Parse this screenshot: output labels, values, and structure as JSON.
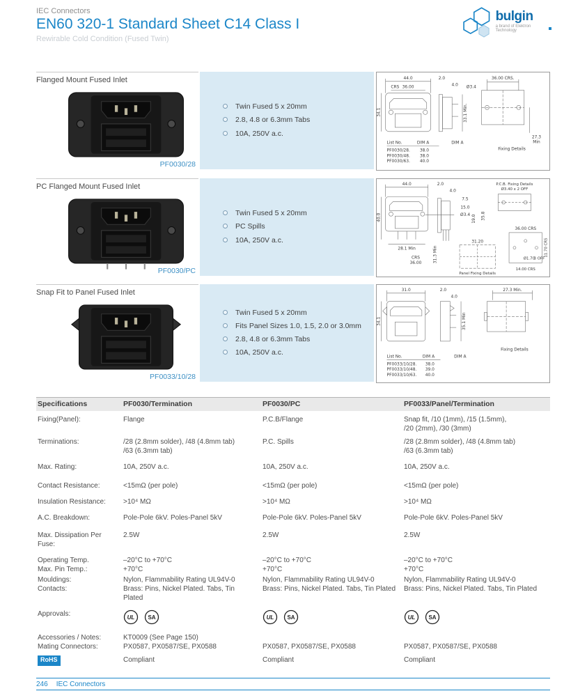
{
  "page": {
    "eyebrow": "IEC Connectors",
    "title": "EN60 320-1 Standard Sheet C14 Class I",
    "subtitle": "Rewirable Cold Condition (Fused Twin)",
    "footer_page": "246",
    "footer_text": "IEC Connectors"
  },
  "logo": {
    "name": "bulgin",
    "tagline": "a brand of Elektron Technology"
  },
  "colors": {
    "accent": "#1b86c8",
    "feature_box": "#d9eaf4",
    "rohs": "#1b86c8"
  },
  "sections": [
    {
      "title": "Flanged Mount Fused Inlet",
      "part_number": "PF0030/28",
      "features": [
        "Twin Fused 5 x 20mm",
        "2.8, 4.8 or 6.3mm Tabs",
        "10A, 250V a.c."
      ],
      "drawing": {
        "w_top": "44.0",
        "crs_val": "36.00",
        "crs_word": "CRS",
        "panel_t": "2.0",
        "pin_d": "4.0",
        "hole_d": "Ø3.4",
        "h_left": "34.1",
        "depth_min": "33.1 Min.",
        "fix_crs": "36.00 CRS.",
        "fix_min1": "27.3",
        "fix_min2": "Min",
        "dim_a": "DIM A",
        "caption": "Fixing Details",
        "list": {
          "h1": "List No.",
          "h2": "DIM A",
          "r1a": "PF0030/28.",
          "r1b": "38.0",
          "r2a": "PF0030/48.",
          "r2b": "38.0",
          "r3a": "PF0030/63.",
          "r3b": "40.0"
        }
      }
    },
    {
      "title": "PC Flanged Mount Fused Inlet",
      "part_number": "PF0030/PC",
      "features": [
        "Twin Fused 5 x 20mm",
        "PC Spills",
        "10A, 250V a.c."
      ],
      "drawing": {
        "w_top": "44.0",
        "panel_t": "2.0",
        "pin_d": "4.0",
        "pcb_title": "P.C.B. Fixing Details",
        "pcb_holes": "Ø3.40 x 2 OFF",
        "h_left": "40.0",
        "d75": "7.5",
        "d15": "15.0",
        "d19": "19.0",
        "d358": "35.8",
        "min_w": "28.1 Min",
        "hole_d": "Ø3.4",
        "min_h": "31.3 Min",
        "crs_word": "CRS",
        "crs_val": "36.00",
        "panel_w": "31.20",
        "panel_caption": "Panel Fixing Details",
        "fix_crs": "36.00 CRS",
        "fix_v": "11.70 CRS",
        "fix_hole1": "Ø1.70",
        "fix_hole2": "3 OFF",
        "fix_w": "14.00 CRS"
      }
    },
    {
      "title": "Snap Fit to Panel Fused Inlet",
      "part_number": "PF0033/10/28",
      "features": [
        "Twin Fused 5 x 20mm",
        "Fits Panel Sizes 1.0, 1.5, 2.0 or 3.0mm",
        "2.8, 4.8 or 6.3mm Tabs",
        "10A, 250V a.c."
      ],
      "drawing": {
        "w_top": "31.0",
        "panel_t": "2.0",
        "pin_d": "4.0",
        "min_right": "27.3 Min.",
        "h_left": "34.1",
        "depth_min": "35.1 Min",
        "dim_a": "DIM A",
        "caption": "Fixing Details",
        "list": {
          "h1": "List No.",
          "h2": "DIM A",
          "r1a": "PF0033/10/28.",
          "r1b": "38.0",
          "r2a": "PF0033/10/48.",
          "r2b": "39.0",
          "r3a": "PF0033/10/63.",
          "r3b": "40.0"
        }
      }
    }
  ],
  "specs": {
    "headers": [
      "Specifications",
      "PF0030/Termination",
      "PF0030/PC",
      "PF0033/Panel/Termination"
    ],
    "rows": [
      {
        "label": "Fixing(Panel):",
        "cells": [
          "Flange",
          "P.C.B/Flange",
          "Snap fit, /10 (1mm), /15 (1.5mm),\n/20 (2mm), /30 (3mm)"
        ]
      },
      {
        "label": "Terminations:",
        "cells": [
          "/28 (2.8mm solder), /48 (4.8mm tab)\n/63 (6.3mm tab)",
          "P.C. Spills",
          "/28 (2.8mm solder), /48 (4.8mm tab)\n/63 (6.3mm tab)"
        ]
      },
      {
        "label": "Max. Rating:",
        "cells": [
          "10A, 250V a.c.",
          "10A, 250V a.c.",
          "10A, 250V a.c."
        ]
      },
      {
        "label": "Contact Resistance:",
        "cells": [
          "<15mΩ (per pole)",
          "<15mΩ (per pole)",
          "<15mΩ (per pole)"
        ]
      },
      {
        "label": "Insulation Resistance:",
        "cells": [
          ">10⁴ MΩ",
          ">10⁴ MΩ",
          ">10⁴ MΩ"
        ]
      },
      {
        "label": "A.C. Breakdown:",
        "cells": [
          "Pole-Pole 6kV. Poles-Panel 5kV",
          "Pole-Pole 6kV. Poles-Panel 5kV",
          "Pole-Pole 6kV. Poles-Panel 5kV"
        ]
      },
      {
        "label": "Max. Dissipation Per\nFuse:",
        "cells": [
          "2.5W",
          "2.5W",
          "2.5W"
        ]
      },
      {
        "label": "Operating Temp.\nMax. Pin Temp.:",
        "cells": [
          "–20°C to +70°C\n+70°C",
          "–20°C to +70°C\n+70°C",
          "–20°C to +70°C\n+70°C"
        ]
      },
      {
        "label": "Mouldings:\nContacts:",
        "cells": [
          "Nylon, Flammability Rating UL94V-0\nBrass: Pins, Nickel Plated. Tabs, Tin Plated",
          "Nylon, Flammability Rating UL94V-0\nBrass: Pins, Nickel Plated. Tabs, Tin Plated",
          "Nylon, Flammability Rating UL94V-0\nBrass: Pins, Nickel Plated. Tabs, Tin Plated"
        ]
      },
      {
        "label": "Approvals:",
        "cells": [
          "",
          "",
          ""
        ]
      },
      {
        "label": "Accessories / Notes:",
        "cells": [
          "KT0009 (See Page 150)",
          "",
          ""
        ]
      },
      {
        "label": "Mating Connectors:",
        "cells": [
          "PX0587, PX0587/SE, PX0588",
          "PX0587, PX0587/SE, PX0588",
          "PX0587, PX0587/SE, PX0588"
        ]
      }
    ],
    "approvals": {
      "ul": "UL",
      "csa": "SA"
    },
    "rohs": {
      "label": "RoHS",
      "values": [
        "Compliant",
        "Compliant",
        "Compliant"
      ]
    }
  }
}
